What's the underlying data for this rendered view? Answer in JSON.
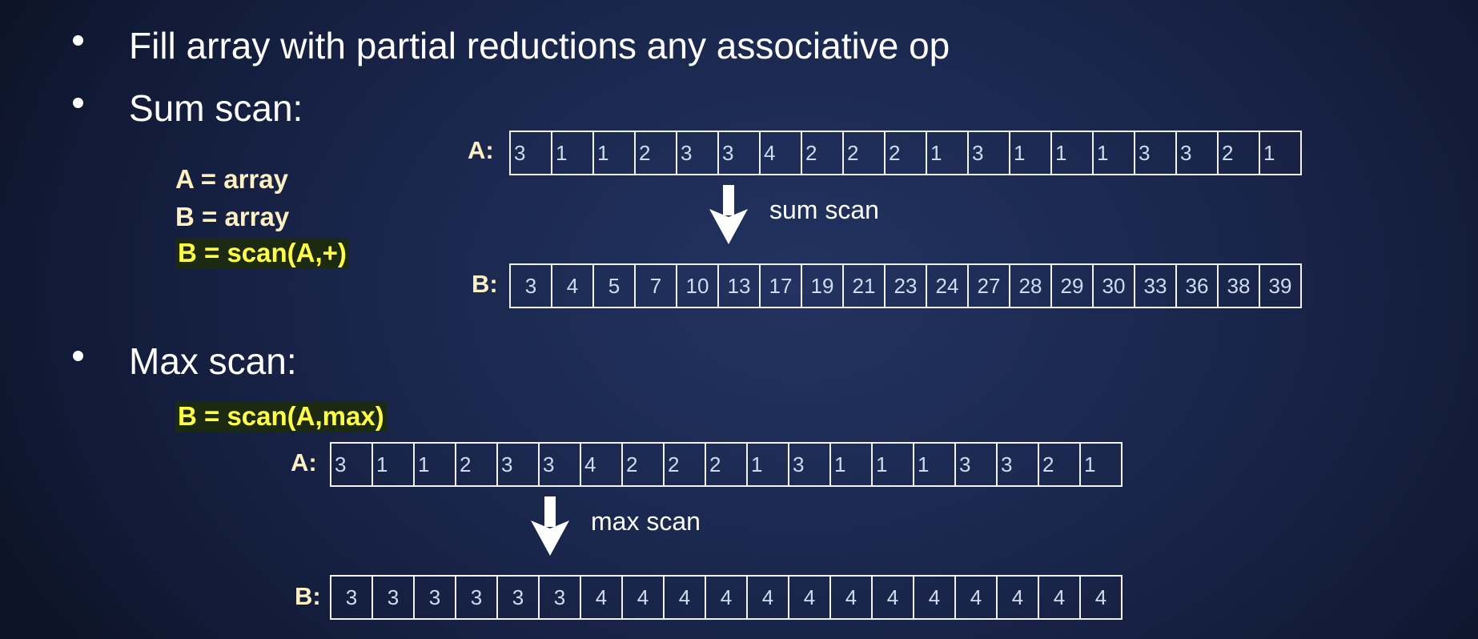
{
  "bullets": [
    "Fill array with partial reductions any associative op",
    "Sum scan:",
    "Max scan:"
  ],
  "sum_section": {
    "code_lines": [
      "A = array",
      "B = array",
      "B = scan(A,+)"
    ],
    "input_label": "A:",
    "output_label": "B:",
    "operation_caption": "sum scan",
    "input_values": [
      "3",
      "1",
      "1",
      "2",
      "3",
      "3",
      "4",
      "2",
      "2",
      "2",
      "1",
      "3",
      "1",
      "1",
      "1",
      "3",
      "3",
      "2",
      "1"
    ],
    "output_values": [
      "3",
      "4",
      "5",
      "7",
      "10",
      "13",
      "17",
      "19",
      "21",
      "23",
      "24",
      "27",
      "28",
      "29",
      "30",
      "33",
      "36",
      "38",
      "39"
    ]
  },
  "max_section": {
    "code_line": "B = scan(A,max)",
    "input_label": "A:",
    "output_label": "B:",
    "operation_caption": "max scan",
    "input_values": [
      "3",
      "1",
      "1",
      "2",
      "3",
      "3",
      "4",
      "2",
      "2",
      "2",
      "1",
      "3",
      "1",
      "1",
      "1",
      "3",
      "3",
      "2",
      "1"
    ],
    "output_values": [
      "3",
      "3",
      "3",
      "3",
      "3",
      "3",
      "4",
      "4",
      "4",
      "4",
      "4",
      "4",
      "4",
      "4",
      "4",
      "4",
      "4",
      "4",
      "4"
    ]
  },
  "colors": {
    "highlight_text": "#ffff4a",
    "code_text": "#fdf1c4",
    "cell_text": "#cfdcf0"
  }
}
